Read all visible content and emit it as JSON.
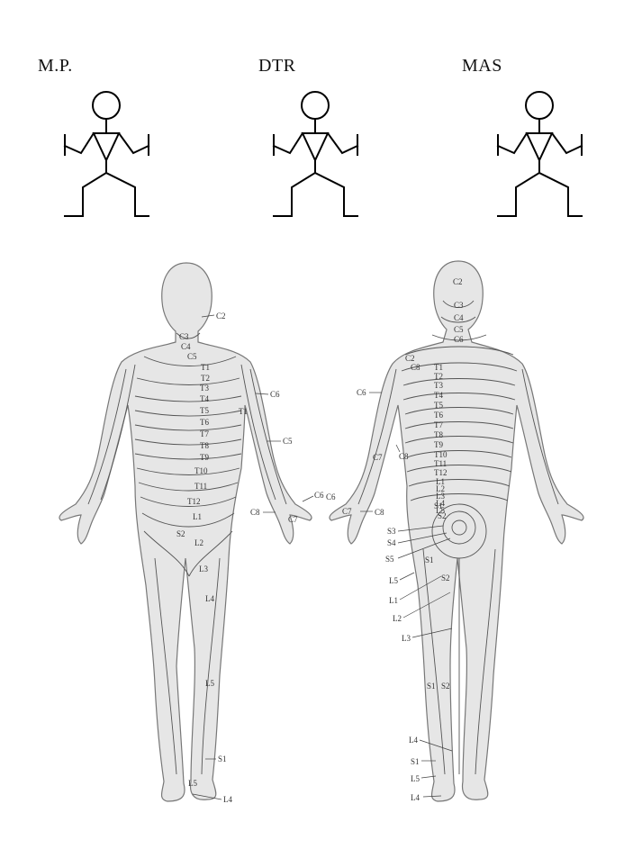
{
  "headers": {
    "mp": "M.P.",
    "dtr": "DTR",
    "mas": "MAS"
  },
  "front_labels": {
    "C2": "C2",
    "C3": "C3",
    "C4": "C4",
    "C5": "C5",
    "T1": "T1",
    "T2": "T2",
    "T3": "T3",
    "T4": "T4",
    "T5": "T5",
    "T6": "T6",
    "T7": "T7",
    "T8": "T8",
    "T9": "T9",
    "T10": "T10",
    "T11": "T11",
    "T12": "T12",
    "L1": "L1",
    "S2": "S2",
    "L2": "L2",
    "L3": "L3",
    "L4": "L4",
    "L5": "L5",
    "S1": "S1",
    "L5b": "L5",
    "L4b": "L4",
    "C6_arm": "C6",
    "T1_arm": "T1",
    "C5_arm": "C5",
    "C6_hand": "C6",
    "C8_hand": "C8",
    "C7_hand": "C7"
  },
  "back_labels": {
    "C2": "C2",
    "C3": "C3",
    "C4": "C4",
    "C5": "C5",
    "C6": "C6",
    "C2b": "C2",
    "C8": "C8",
    "T1": "T1",
    "T2": "T2",
    "T3": "T3",
    "T4": "T4",
    "T5": "T5",
    "T6": "T6",
    "T7": "T7",
    "T8": "T8",
    "T9": "T9",
    "T10": "T10",
    "T11": "T11",
    "T12": "T12",
    "L1": "L1",
    "L2": "L2",
    "L3": "L3",
    "L4": "L4",
    "L5": "L5",
    "S1": "S1",
    "S2": "S2",
    "C6_arm": "C6",
    "C8_arm": "C8",
    "C7_arm": "C7",
    "C6_hand": "C6",
    "C7_hand": "C7",
    "C8_hand": "C8",
    "S3": "S3",
    "S4": "S4",
    "S5": "S5",
    "L5_hip": "L5",
    "S1_hip": "S1",
    "S2_hip": "S2",
    "L1_leg": "L1",
    "L2_leg": "L2",
    "L3_leg": "L3",
    "S1_calf": "S1",
    "S2_calf": "S2",
    "L4_ankle": "L4",
    "S1_ankle": "S1",
    "L5_ankle": "L5",
    "L4_foot": "L4"
  }
}
